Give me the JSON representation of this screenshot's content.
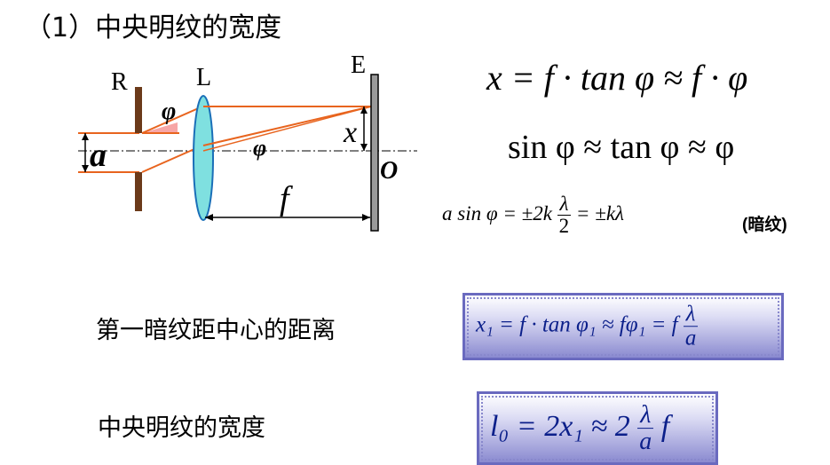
{
  "title": "（1）中央明纹的宽度",
  "diagram": {
    "labels": {
      "R": "R",
      "L": "L",
      "E": "E",
      "phi_slit": "φ",
      "phi_lens": "φ",
      "a": "a",
      "x": "x",
      "O": "O",
      "f": "f"
    },
    "colors": {
      "rays": "#e8641e",
      "lens_fill": "#7fe0e0",
      "lens_stroke": "#1a6fb8",
      "slit": "#6b3a1a",
      "screen": "#9a9a9a"
    }
  },
  "equations": {
    "eq1": "x = f · tan φ ≈ f · φ",
    "eq2": "sin φ ≈ tan φ ≈ φ",
    "eq3_left": "a sin φ = ±2k",
    "eq3_num": "λ",
    "eq3_den": "2",
    "eq3_right": "= ±kλ",
    "dark_tag": "(暗纹)"
  },
  "first_dark": {
    "label": "第一暗纹距中心的距离",
    "formula_left": "x₁ = f · tan φ₁ ≈ fφ₁ = f",
    "formula_num": "λ",
    "formula_den": "a"
  },
  "central_width": {
    "label": "中央明纹的宽度",
    "formula_left": "l₀ = 2x₁ ≈ 2",
    "formula_num": "λ",
    "formula_den": "a",
    "formula_right": "f"
  }
}
